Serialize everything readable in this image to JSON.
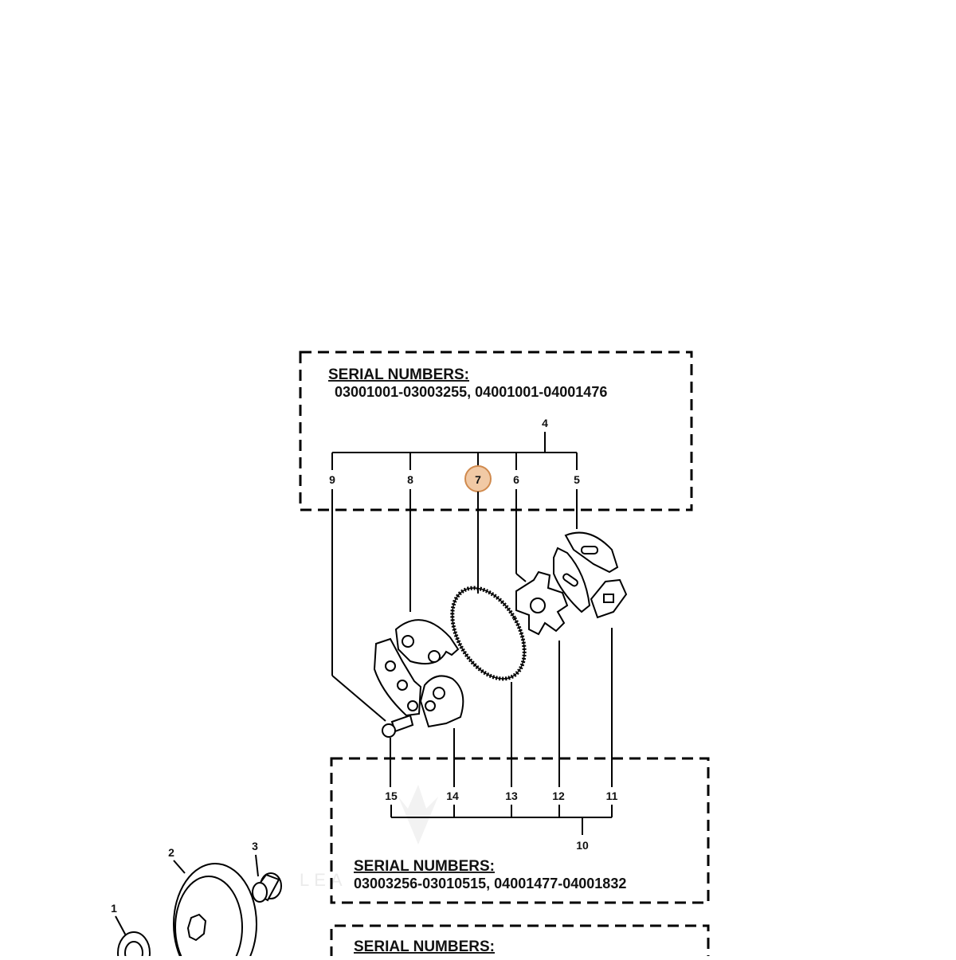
{
  "boxes": {
    "top": {
      "heading": "SERIAL  NUMBERS:",
      "ranges": "03001001-03003255,   04001001-04001476"
    },
    "middle": {
      "heading": "SERIAL  NUMBERS:",
      "ranges": "03003256-03010515,   04001477-04001832"
    },
    "bottom": {
      "heading": "SERIAL  NUMBERS:"
    }
  },
  "callouts": {
    "c1": "1",
    "c2": "2",
    "c3": "3",
    "c4": "4",
    "c5": "5",
    "c6": "6",
    "c7": "7",
    "c8": "8",
    "c9": "9",
    "c10": "10",
    "c11": "11",
    "c12": "12",
    "c13": "13",
    "c14": "14",
    "c15": "15"
  },
  "highlight_color": "#f1c9a5",
  "highlight_stroke": "#d08a4e",
  "watermark": "LEA"
}
